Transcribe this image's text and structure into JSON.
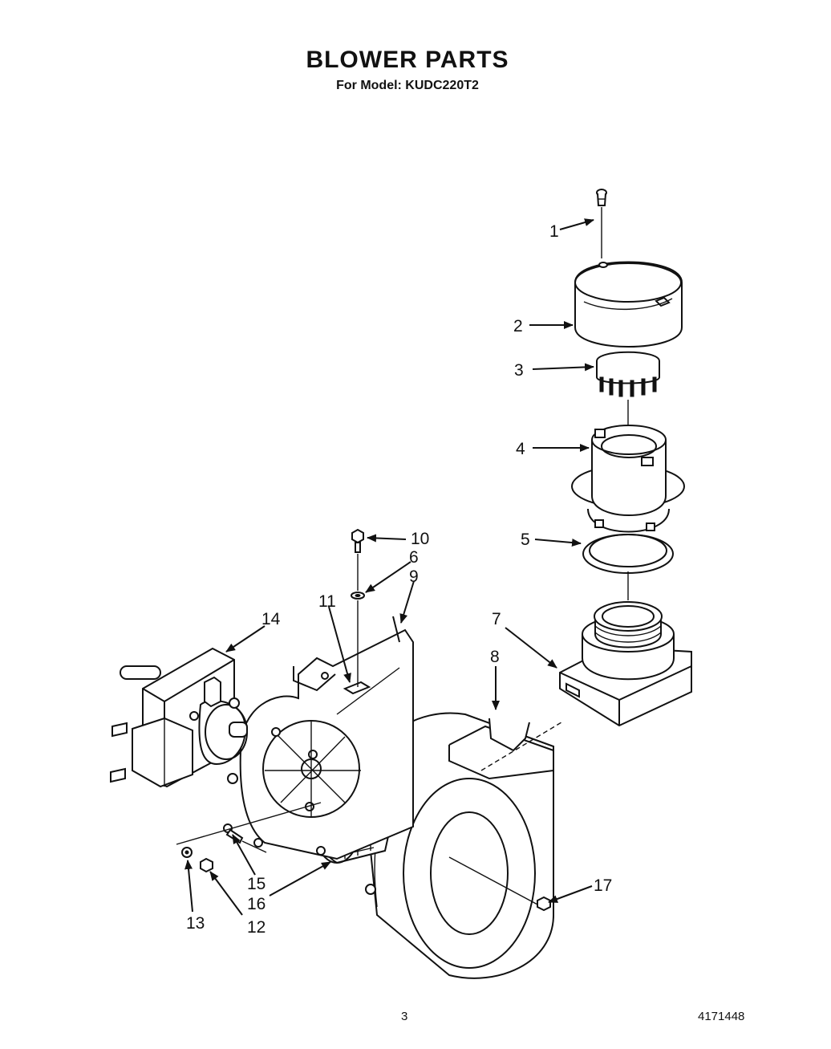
{
  "header": {
    "title": "BLOWER PARTS",
    "subtitle": "For Model: KUDC220T2"
  },
  "callouts": [
    "1",
    "2",
    "3",
    "4",
    "5",
    "6",
    "7",
    "8",
    "9",
    "10",
    "11",
    "12",
    "13",
    "14",
    "15",
    "16",
    "17"
  ],
  "footer": {
    "page_number": "3",
    "document_number": "4171448"
  }
}
